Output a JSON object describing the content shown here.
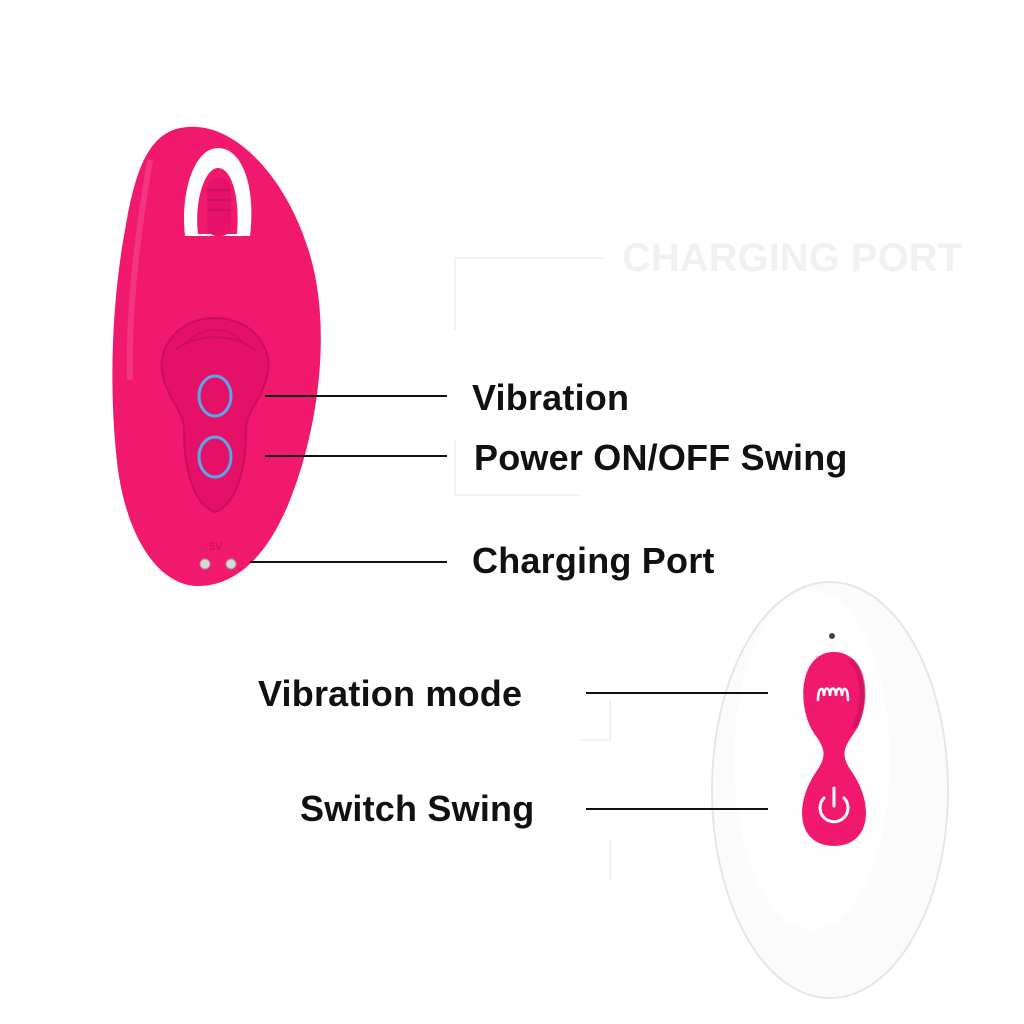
{
  "colors": {
    "device_pink": "#f0196e",
    "button_ring": "#5aa6e8",
    "remote_white": "#fbfbfb",
    "text": "#111111",
    "background": "#ffffff"
  },
  "device": {
    "name": "panty-vibrator",
    "buttons": [
      {
        "icon": "vibration-button-ring"
      },
      {
        "icon": "power-button-ring"
      }
    ],
    "port_marking": "5V"
  },
  "remote": {
    "name": "remote-control",
    "buttons": [
      {
        "icon": "wave-icon"
      },
      {
        "icon": "power-icon"
      }
    ]
  },
  "labels": {
    "vibration": "Vibration",
    "power_swing": "Power ON/OFF Swing",
    "charging_port": "Charging Port",
    "vibration_mode": "Vibration mode",
    "switch_swing": "Switch Swing"
  },
  "ghost_labels": {
    "charging_port_caps": "CHARGING PORT"
  }
}
